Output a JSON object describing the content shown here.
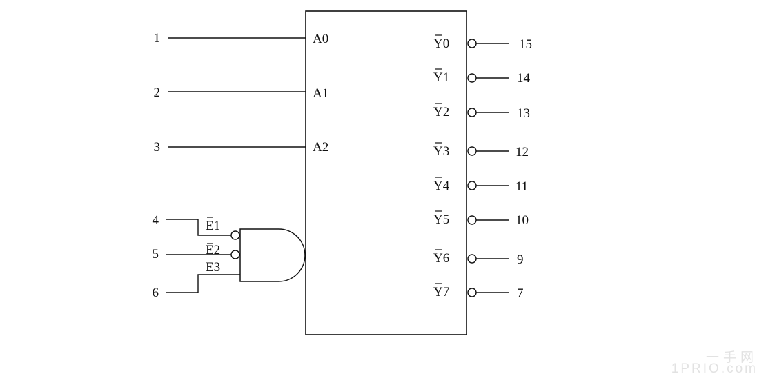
{
  "inputs": [
    {
      "pin": "1",
      "label": "A0"
    },
    {
      "pin": "2",
      "label": "A1"
    },
    {
      "pin": "3",
      "label": "A2"
    }
  ],
  "outputs": [
    {
      "label": "Y0",
      "pin": "15"
    },
    {
      "label": "Y1",
      "pin": "14"
    },
    {
      "label": "Y2",
      "pin": "13"
    },
    {
      "label": "Y3",
      "pin": "12"
    },
    {
      "label": "Y4",
      "pin": "11"
    },
    {
      "label": "Y5",
      "pin": "10"
    },
    {
      "label": "Y6",
      "pin": "9"
    },
    {
      "label": "Y7",
      "pin": "7"
    }
  ],
  "enables": [
    {
      "pin": "4",
      "label": "E1",
      "active_low": true
    },
    {
      "pin": "5",
      "label": "E2",
      "active_low": true
    },
    {
      "pin": "6",
      "label": "E3",
      "active_low": false
    }
  ],
  "watermark": {
    "text": "一手网",
    "subtext": "1PRIO.com"
  }
}
